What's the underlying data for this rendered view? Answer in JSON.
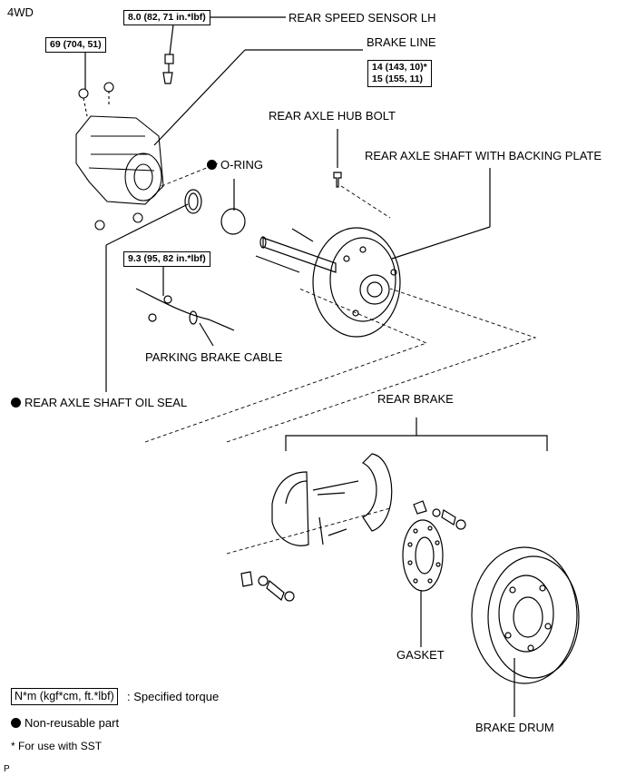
{
  "header": {
    "variant": "4WD"
  },
  "torques": {
    "sensor": "8.0 (82, 71 in.*lbf)",
    "nut": "69 (704, 51)",
    "brake_line_1": "14 (143, 10)*",
    "brake_line_2": "15 (155, 11)",
    "cable": "9.3 (95, 82 in.*lbf)"
  },
  "labels": {
    "rear_speed_sensor": "REAR SPEED SENSOR LH",
    "brake_line": "BRAKE LINE",
    "rear_axle_hub_bolt": "REAR AXLE HUB BOLT",
    "rear_axle_shaft": "REAR AXLE SHAFT WITH BACKING PLATE",
    "o_ring": "O-RING",
    "parking_brake_cable": "PARKING BRAKE CABLE",
    "oil_seal": "REAR AXLE SHAFT OIL SEAL",
    "rear_brake": "REAR BRAKE",
    "gasket": "GASKET",
    "brake_drum": "BRAKE DRUM"
  },
  "legend": {
    "torque_unit": "N*m (kgf*cm, ft.*lbf)",
    "torque_desc": ": Specified torque",
    "non_reusable": "Non-reusable part",
    "sst_note": "* For use with SST"
  },
  "footer": {
    "code": "P"
  }
}
